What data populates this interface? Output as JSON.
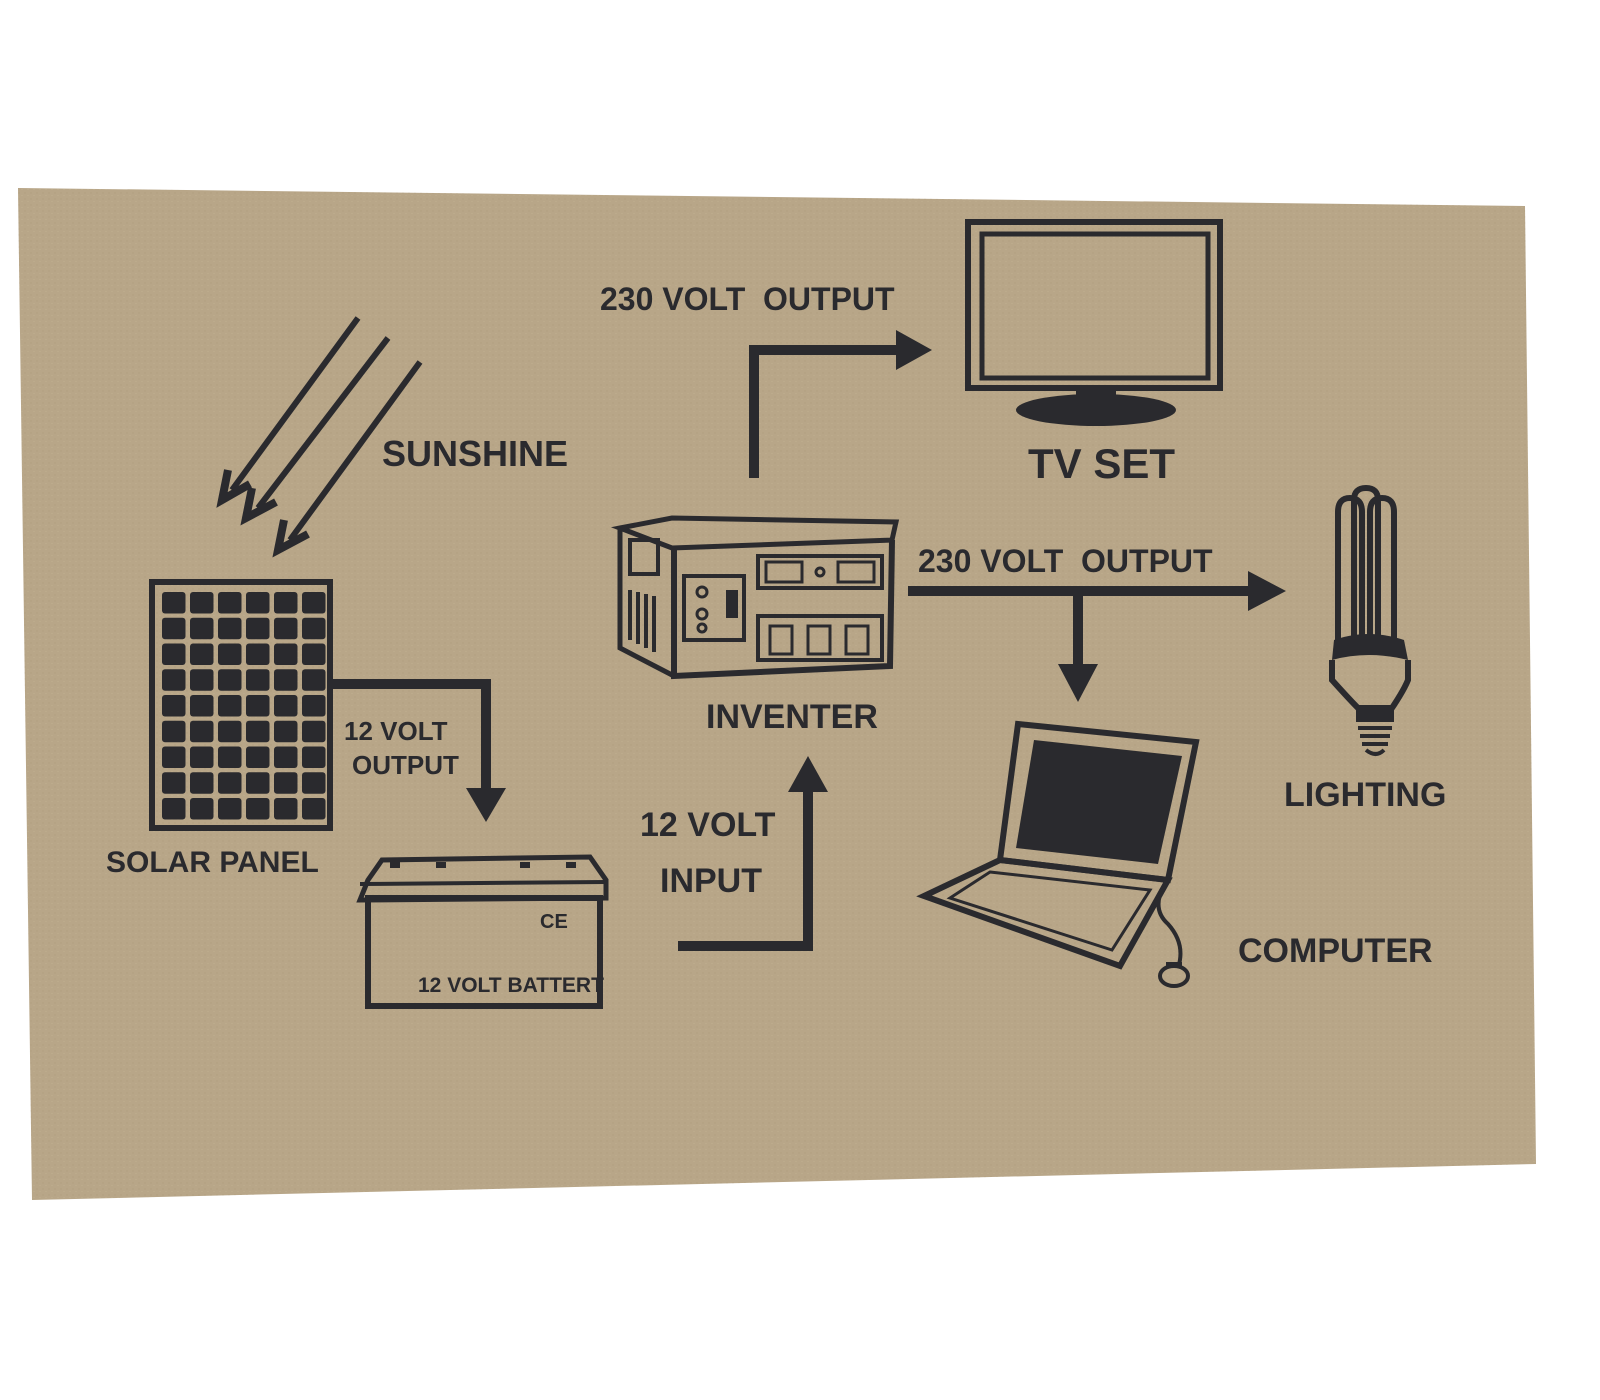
{
  "colors": {
    "board": "#b8a688",
    "board_edge": "#a8967a",
    "ink": "#2a2a2e",
    "background": "#ffffff"
  },
  "labels": {
    "sunshine": "SUNSHINE",
    "solar_panel": "SOLAR PANEL",
    "panel_output_line1": "12 VOLT",
    "panel_output_line2": "OUTPUT",
    "battery_mark": "CE",
    "battery": "12 VOLT BATTERT",
    "input_line1": "12 VOLT",
    "input_line2": "INPUT",
    "inverter": "INVENTER",
    "tv_output": "230 VOLT  OUTPUT",
    "tv": "TV SET",
    "main_output": "230 VOLT  OUTPUT",
    "lighting": "LIGHTING",
    "computer": "COMPUTER"
  },
  "icons": [
    "sun-rays-icon",
    "solar-panel-icon",
    "battery-icon",
    "inverter-icon",
    "tv-icon",
    "cfl-bulb-icon",
    "laptop-icon"
  ]
}
